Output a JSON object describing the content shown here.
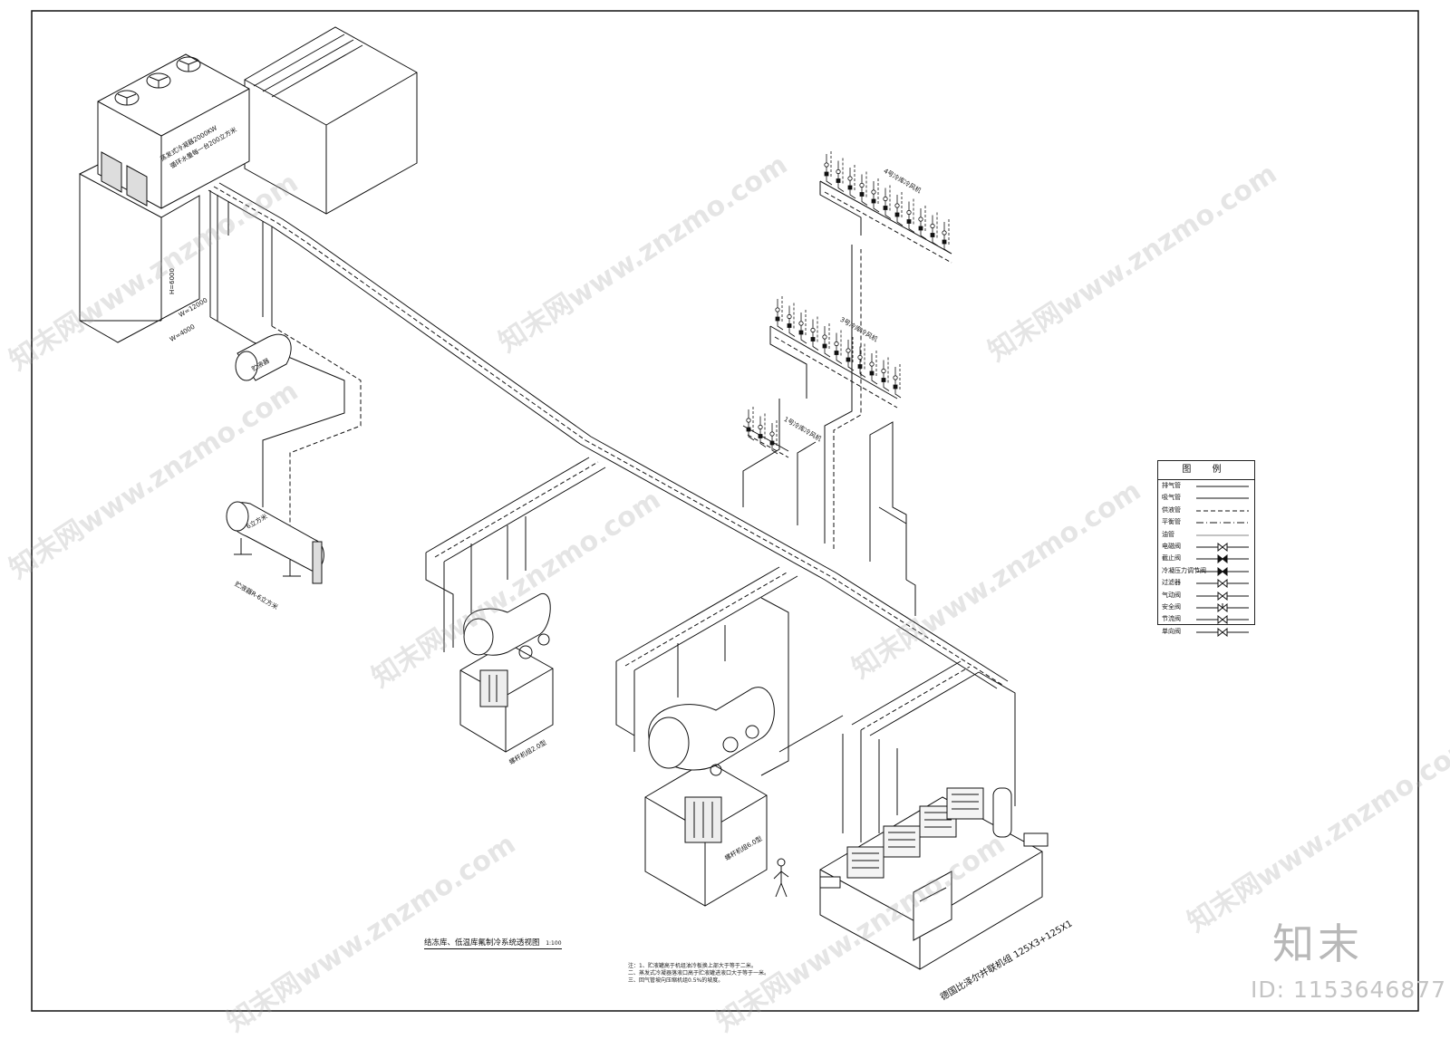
{
  "drawing_title": "结冻库、低温库氟制冷系统透视图",
  "drawing_scale": "1:100",
  "notes": [
    "注：1、贮液罐高于机组油冷板换上部大于等于二米。",
    "二、蒸发式冷凝器落液口高于贮液罐进液口大于等于一米。",
    "三、回气管坡向压缩机组0.5%的坡度。"
  ],
  "equipment_labels": {
    "condenser_main": "蒸发式冷凝器2000KW",
    "condenser_sub": "循环水量每一台200立方米",
    "receiver": "贮液器",
    "receiver_label2": "6立方米",
    "receiver_bottom": "贮液器R-6立方米",
    "unit_left": "螺杆机组2.0型",
    "unit_center": "螺杆机组6.0型",
    "unit_right": "德国比泽尔并联机组 125X3+125X1",
    "dim_height": "H=6000",
    "dim_width": "W=12000",
    "dim_depth": "W=4000",
    "branch_a": "4号冷库冷风机",
    "branch_b": "3号冷库冷风机",
    "branch_c": "1号冷库冷风机"
  },
  "legend": {
    "title": "图 例",
    "items": [
      {
        "label": "排气管",
        "symbol": "line-solid"
      },
      {
        "label": "吸气管",
        "symbol": "line-solid"
      },
      {
        "label": "供液管",
        "symbol": "line-dash"
      },
      {
        "label": "平衡管",
        "symbol": "line-dot-dash"
      },
      {
        "label": "油管",
        "symbol": "line-solid-thin"
      },
      {
        "label": "电磁阀",
        "symbol": "solenoid-valve-icon"
      },
      {
        "label": "截止阀",
        "symbol": "stop-valve-icon"
      },
      {
        "label": "冷凝压力调节阀",
        "symbol": "pressure-valve-icon"
      },
      {
        "label": "过滤器",
        "symbol": "filter-icon"
      },
      {
        "label": "气动阀",
        "symbol": "pneumatic-valve-icon"
      },
      {
        "label": "安全阀",
        "symbol": "safety-valve-icon"
      },
      {
        "label": "节流阀",
        "symbol": "throttle-valve-icon"
      },
      {
        "label": "单向阀",
        "symbol": "check-valve-icon"
      }
    ]
  },
  "brand": "知末",
  "doc_id": "ID: 1153646877",
  "watermark_text": "知末网www.znzmo.com"
}
